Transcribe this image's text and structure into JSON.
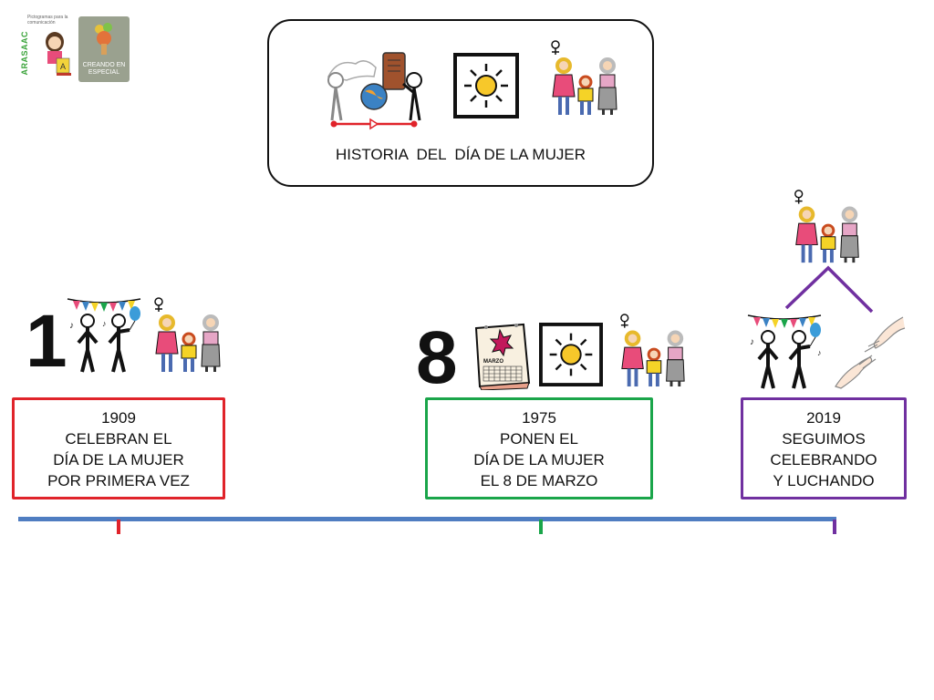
{
  "header": {
    "title": "HISTORIA  DEL  DÍA DE LA MUJER"
  },
  "logos": {
    "arasaac_tagline": "Pictogramas para la comunicación",
    "arasaac_name": "ARASAAC",
    "creando_line1": "CREANDO EN",
    "creando_line2": "ESPECIAL"
  },
  "big_numbers": {
    "one": "1",
    "eight": "8"
  },
  "calendar": {
    "month": "MARZO"
  },
  "events": [
    {
      "year": "1909",
      "line1": "CELEBRAN EL",
      "line2": "DÍA DE LA MUJER",
      "line3": "POR PRIMERA VEZ",
      "color": "#e0232a"
    },
    {
      "year": "1975",
      "line1": "PONEN EL",
      "line2": "DÍA DE LA MUJER",
      "line3": "EL 8 DE MARZO",
      "color": "#1aa54a"
    },
    {
      "year": "2019",
      "line1": "SEGUIMOS",
      "line2": "CELEBRANDO",
      "line3": "Y LUCHANDO",
      "color": "#7030a0"
    }
  ],
  "timeline": {
    "bar_color": "#4f7dc1"
  }
}
